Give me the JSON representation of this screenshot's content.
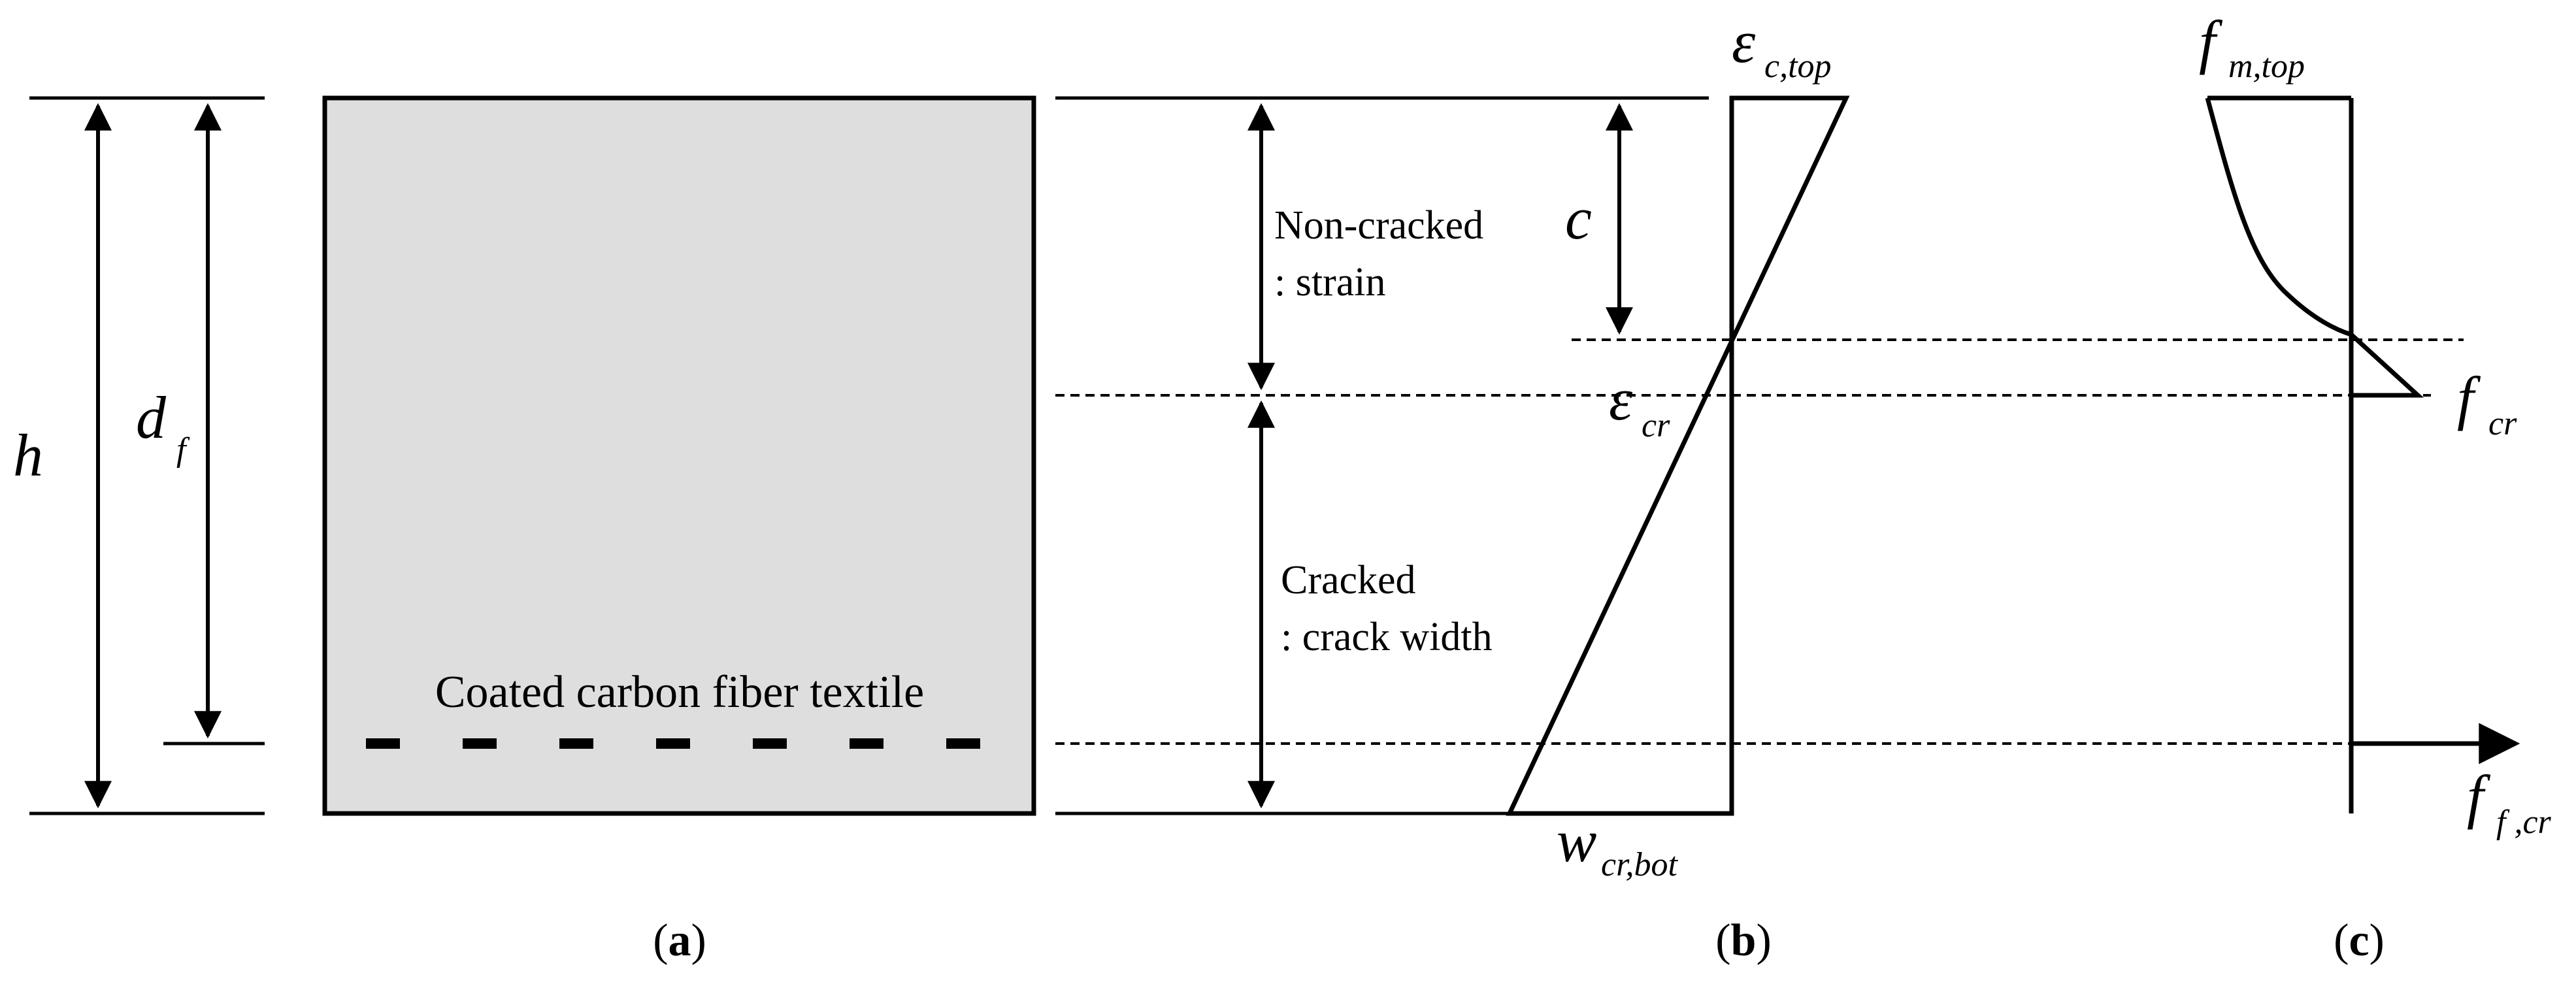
{
  "panel_a": {
    "h": "h",
    "d_main": "d",
    "d_sub": "f",
    "textile_label": "Coated carbon fiber textile"
  },
  "panel_b": {
    "eps_top_main": "ε",
    "eps_top_sub": "c,top",
    "c": "c",
    "eps_cr_main": "ε",
    "eps_cr_sub": "cr",
    "w_main": "w",
    "w_sub": "cr,bot",
    "noncracked_line1": "Non-cracked",
    "noncracked_line2": ": strain",
    "cracked_line1": "Cracked",
    "cracked_line2": ": crack width"
  },
  "panel_c": {
    "fm_main": "f",
    "fm_sub": "m,top",
    "fcr_main": "f",
    "fcr_sub": "cr",
    "ff_main": "f",
    "ff_sub": "f ,cr"
  },
  "captions": {
    "a_open": "(",
    "a_letter": "a",
    "a_close": ")",
    "b_open": "(",
    "b_letter": "b",
    "b_close": ")",
    "c_open": "(",
    "c_letter": "c",
    "c_close": ")"
  }
}
